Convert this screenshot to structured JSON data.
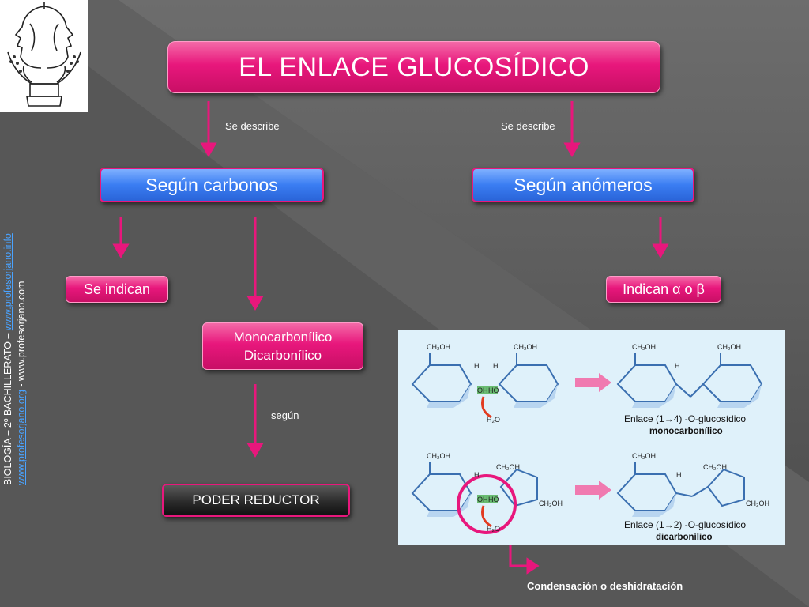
{
  "title": "EL ENLACE GLUCOSÍDICO",
  "left_branch": {
    "connector_label": "Se describe",
    "heading": "Según carbonos",
    "left_item": "Se indican",
    "right_item_lines": [
      "Monocarbonílico",
      "Dicarbonílico"
    ],
    "connector_label_2": "según",
    "result": "PODER REDUCTOR"
  },
  "right_branch": {
    "connector_label": "Se describe",
    "heading": "Según anómeros",
    "item": "Indican α o β"
  },
  "side_text": {
    "line1_prefix": "BIOLOGÍA – 2º BACHILLERATO – ",
    "line1_link": "www.profesorjano.info",
    "line2_link": "www.profesorjano.org",
    "line2_suffix": " - www.profesorjano.com"
  },
  "figure": {
    "top": {
      "ring_group": "CH₂OH",
      "h": "H",
      "oh": "OH",
      "ho": "HO",
      "water": "H₂O",
      "bond_label": "Enlace (1→4) -O-glucosídico",
      "bond_type": "monocarbonílico"
    },
    "bottom": {
      "ring_group": "CH₂OH",
      "h": "H",
      "oh": "OH",
      "ho": "HO",
      "water": "H₂O",
      "bond_label": "Enlace (1→2) -O-glucosídico",
      "bond_type": "dicarbonílico"
    },
    "caption": "Condensación o deshidratación"
  },
  "colors": {
    "accent_pink": "#e8177c",
    "accent_blue": "#3a7df2",
    "background": "#555555",
    "figure_bg": "#dff1fa"
  },
  "icons": {
    "logo": "janus-head-icon"
  }
}
